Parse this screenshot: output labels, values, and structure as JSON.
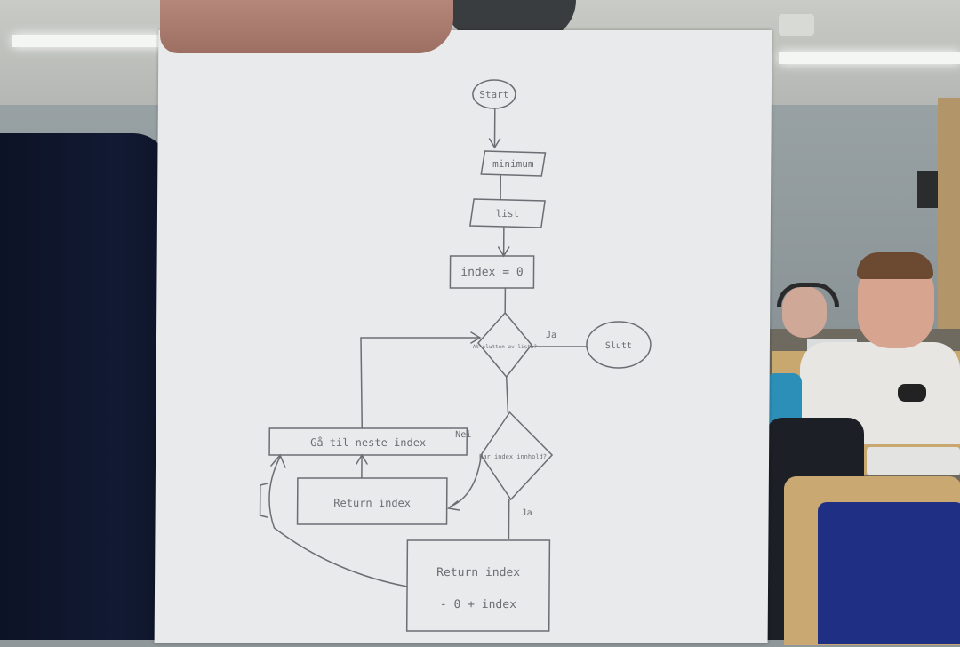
{
  "scene": {
    "description_items": []
  },
  "flowchart": {
    "start_label": "Start",
    "step1_label": "minimum",
    "step2_label": "list",
    "step3_label": "index = 0",
    "decision1_label": "At slutten av lista?",
    "decision1_yes": "Ja",
    "end_label": "Slutt",
    "decision2_label": "Har index innhold?",
    "decision2_no": "Nei",
    "decision2_yes": "Ja",
    "step4_label": "Gå til neste index",
    "step5_label": "Return index",
    "step6_line1": "Return index",
    "step6_line2": "- 0 + index"
  },
  "colors": {
    "paper": "#e8eaec",
    "pencil": "#6b6e73",
    "wall": "#909a9d",
    "sleeve": "#0f1730",
    "chair_blue": "#1e2f84"
  }
}
